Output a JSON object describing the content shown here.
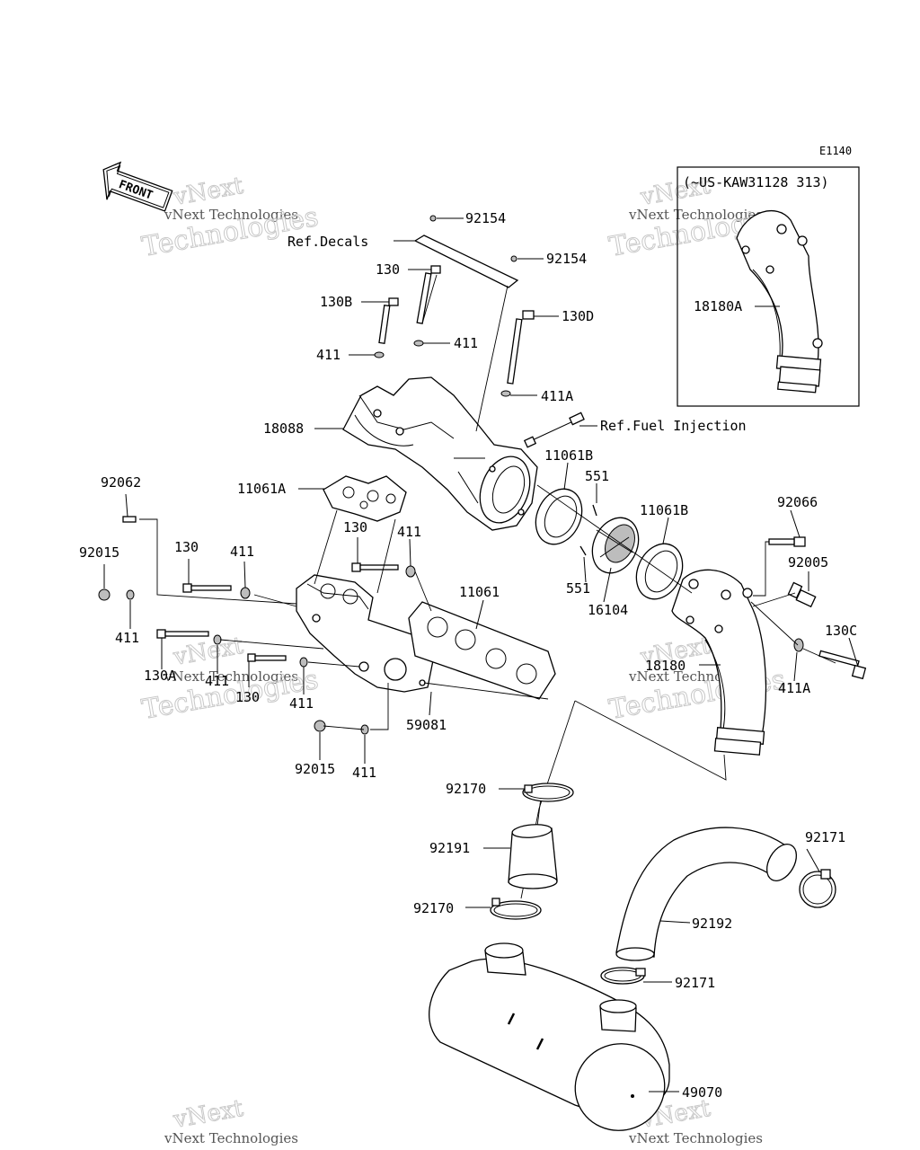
{
  "diagram_code": "E1140",
  "variant_box_title": "(~US-KAW31128 313)",
  "front_label": "FRONT",
  "watermark": {
    "line1": "vNext",
    "line2": "vNext Technologies",
    "line3": "Technologies"
  },
  "labels": {
    "l_92154a": "92154",
    "l_ref_decals": "Ref.Decals",
    "l_92154b": "92154",
    "l_130a": "130",
    "l_130b": "130B",
    "l_130d": "130D",
    "l_411a": "411",
    "l_411b": "411",
    "l_411A_top": "411A",
    "l_ref_fuel": "Ref.Fuel Injection",
    "l_18088": "18088",
    "l_11061B_a": "11061B",
    "l_551a": "551",
    "l_11061A": "11061A",
    "l_11061B_b": "11061B",
    "l_92062": "92062",
    "l_92066": "92066",
    "l_130_mid": "130",
    "l_411_mid": "411",
    "l_92015a": "92015",
    "l_130_left": "130",
    "l_411_left": "411",
    "l_11061": "11061",
    "l_92005": "92005",
    "l_551b": "551",
    "l_16104": "16104",
    "l_130C": "130C",
    "l_411_l2": "411",
    "l_130A": "130A",
    "l_411_c": "411",
    "l_130_c": "130",
    "l_411_c2": "411",
    "l_18180": "18180",
    "l_411A_b": "411A",
    "l_59081": "59081",
    "l_92015b": "92015",
    "l_411_bot": "411",
    "l_92170a": "92170",
    "l_92191": "92191",
    "l_92171a": "92171",
    "l_92170b": "92170",
    "l_92192": "92192",
    "l_92171b": "92171",
    "l_49070": "49070",
    "l_18180A": "18180A"
  }
}
